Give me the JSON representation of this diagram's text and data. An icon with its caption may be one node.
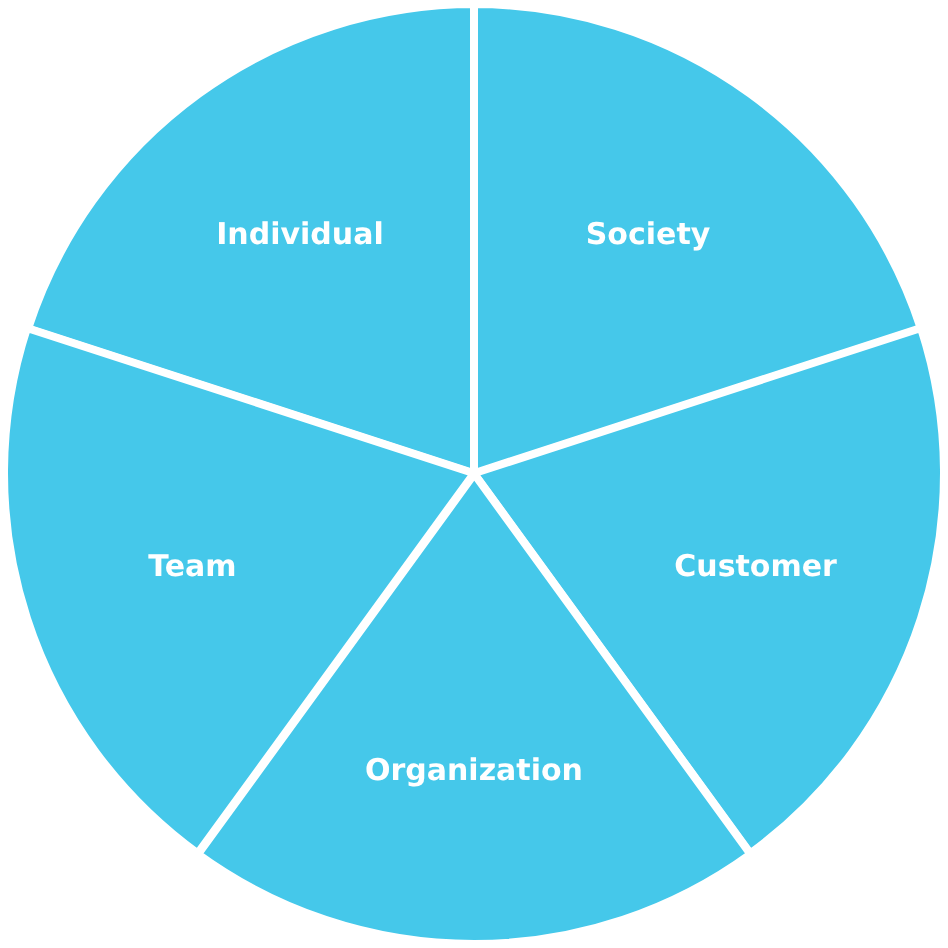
{
  "diagram": {
    "nodes": [
      {
        "text": [
          "Individual"
        ]
      },
      {
        "text": [
          "Society"
        ]
      },
      {
        "text": [
          "Customer"
        ]
      },
      {
        "text": [
          "Organization"
        ]
      },
      {
        "text": [
          "Team"
        ]
      }
    ]
  }
}
